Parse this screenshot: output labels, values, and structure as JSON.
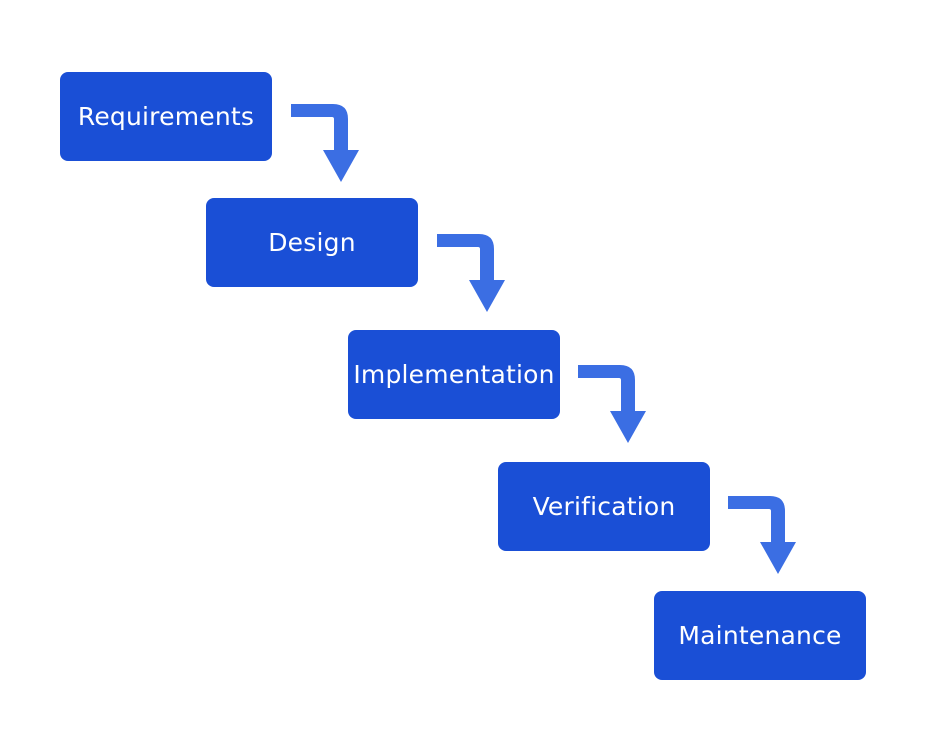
{
  "diagram": {
    "stages": [
      {
        "label": "Requirements"
      },
      {
        "label": "Design"
      },
      {
        "label": "Implementation"
      },
      {
        "label": "Verification"
      },
      {
        "label": "Maintenance"
      }
    ],
    "colors": {
      "box_fill": "#1a4fd6",
      "arrow_fill": "#3b6ee3",
      "text": "#ffffff",
      "background": "#ffffff"
    }
  }
}
